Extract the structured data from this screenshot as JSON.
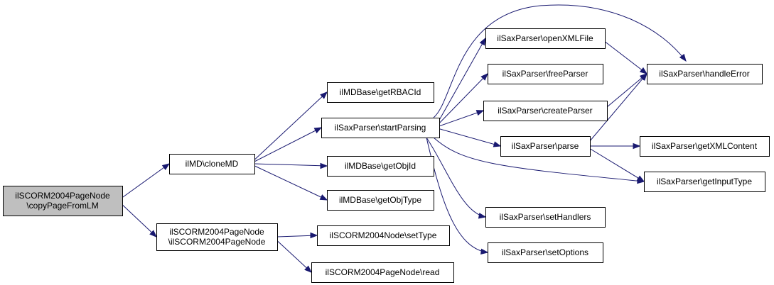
{
  "nodes": [
    {
      "id": "copyPageFromLM",
      "lines": [
        "ilSCORM2004PageNode",
        "\\copyPageFromLM"
      ],
      "highlighted": true
    },
    {
      "id": "cloneMD",
      "lines": [
        "ilMD\\cloneMD"
      ]
    },
    {
      "id": "ctorPageNode",
      "lines": [
        "ilSCORM2004PageNode",
        "\\ilSCORM2004PageNode"
      ]
    },
    {
      "id": "getRBACId",
      "lines": [
        "ilMDBase\\getRBACId"
      ]
    },
    {
      "id": "startParsing",
      "lines": [
        "ilSaxParser\\startParsing"
      ]
    },
    {
      "id": "getObjId",
      "lines": [
        "ilMDBase\\getObjId"
      ]
    },
    {
      "id": "getObjType",
      "lines": [
        "ilMDBase\\getObjType"
      ]
    },
    {
      "id": "setType",
      "lines": [
        "ilSCORM2004Node\\setType"
      ]
    },
    {
      "id": "read",
      "lines": [
        "ilSCORM2004PageNode\\read"
      ]
    },
    {
      "id": "openXMLFile",
      "lines": [
        "ilSaxParser\\openXMLFile"
      ]
    },
    {
      "id": "freeParser",
      "lines": [
        "ilSaxParser\\freeParser"
      ]
    },
    {
      "id": "createParser",
      "lines": [
        "ilSaxParser\\createParser"
      ]
    },
    {
      "id": "parse",
      "lines": [
        "ilSaxParser\\parse"
      ]
    },
    {
      "id": "setHandlers",
      "lines": [
        "ilSaxParser\\setHandlers"
      ]
    },
    {
      "id": "setOptions",
      "lines": [
        "ilSaxParser\\setOptions"
      ]
    },
    {
      "id": "handleError",
      "lines": [
        "ilSaxParser\\handleError"
      ]
    },
    {
      "id": "getXMLContent",
      "lines": [
        "ilSaxParser\\getXMLContent"
      ]
    },
    {
      "id": "getInputType",
      "lines": [
        "ilSaxParser\\getInputType"
      ]
    }
  ],
  "edges": [
    {
      "from": "copyPageFromLM",
      "to": "cloneMD"
    },
    {
      "from": "copyPageFromLM",
      "to": "ctorPageNode"
    },
    {
      "from": "cloneMD",
      "to": "getRBACId"
    },
    {
      "from": "cloneMD",
      "to": "startParsing"
    },
    {
      "from": "cloneMD",
      "to": "getObjId"
    },
    {
      "from": "cloneMD",
      "to": "getObjType"
    },
    {
      "from": "ctorPageNode",
      "to": "setType"
    },
    {
      "from": "ctorPageNode",
      "to": "read"
    },
    {
      "from": "startParsing",
      "to": "openXMLFile"
    },
    {
      "from": "startParsing",
      "to": "freeParser"
    },
    {
      "from": "startParsing",
      "to": "createParser"
    },
    {
      "from": "startParsing",
      "to": "parse"
    },
    {
      "from": "startParsing",
      "to": "setHandlers"
    },
    {
      "from": "startParsing",
      "to": "setOptions"
    },
    {
      "from": "startParsing",
      "to": "handleError"
    },
    {
      "from": "startParsing",
      "to": "getInputType"
    },
    {
      "from": "openXMLFile",
      "to": "handleError"
    },
    {
      "from": "createParser",
      "to": "handleError"
    },
    {
      "from": "parse",
      "to": "handleError"
    },
    {
      "from": "parse",
      "to": "getXMLContent"
    },
    {
      "from": "parse",
      "to": "getInputType"
    }
  ]
}
